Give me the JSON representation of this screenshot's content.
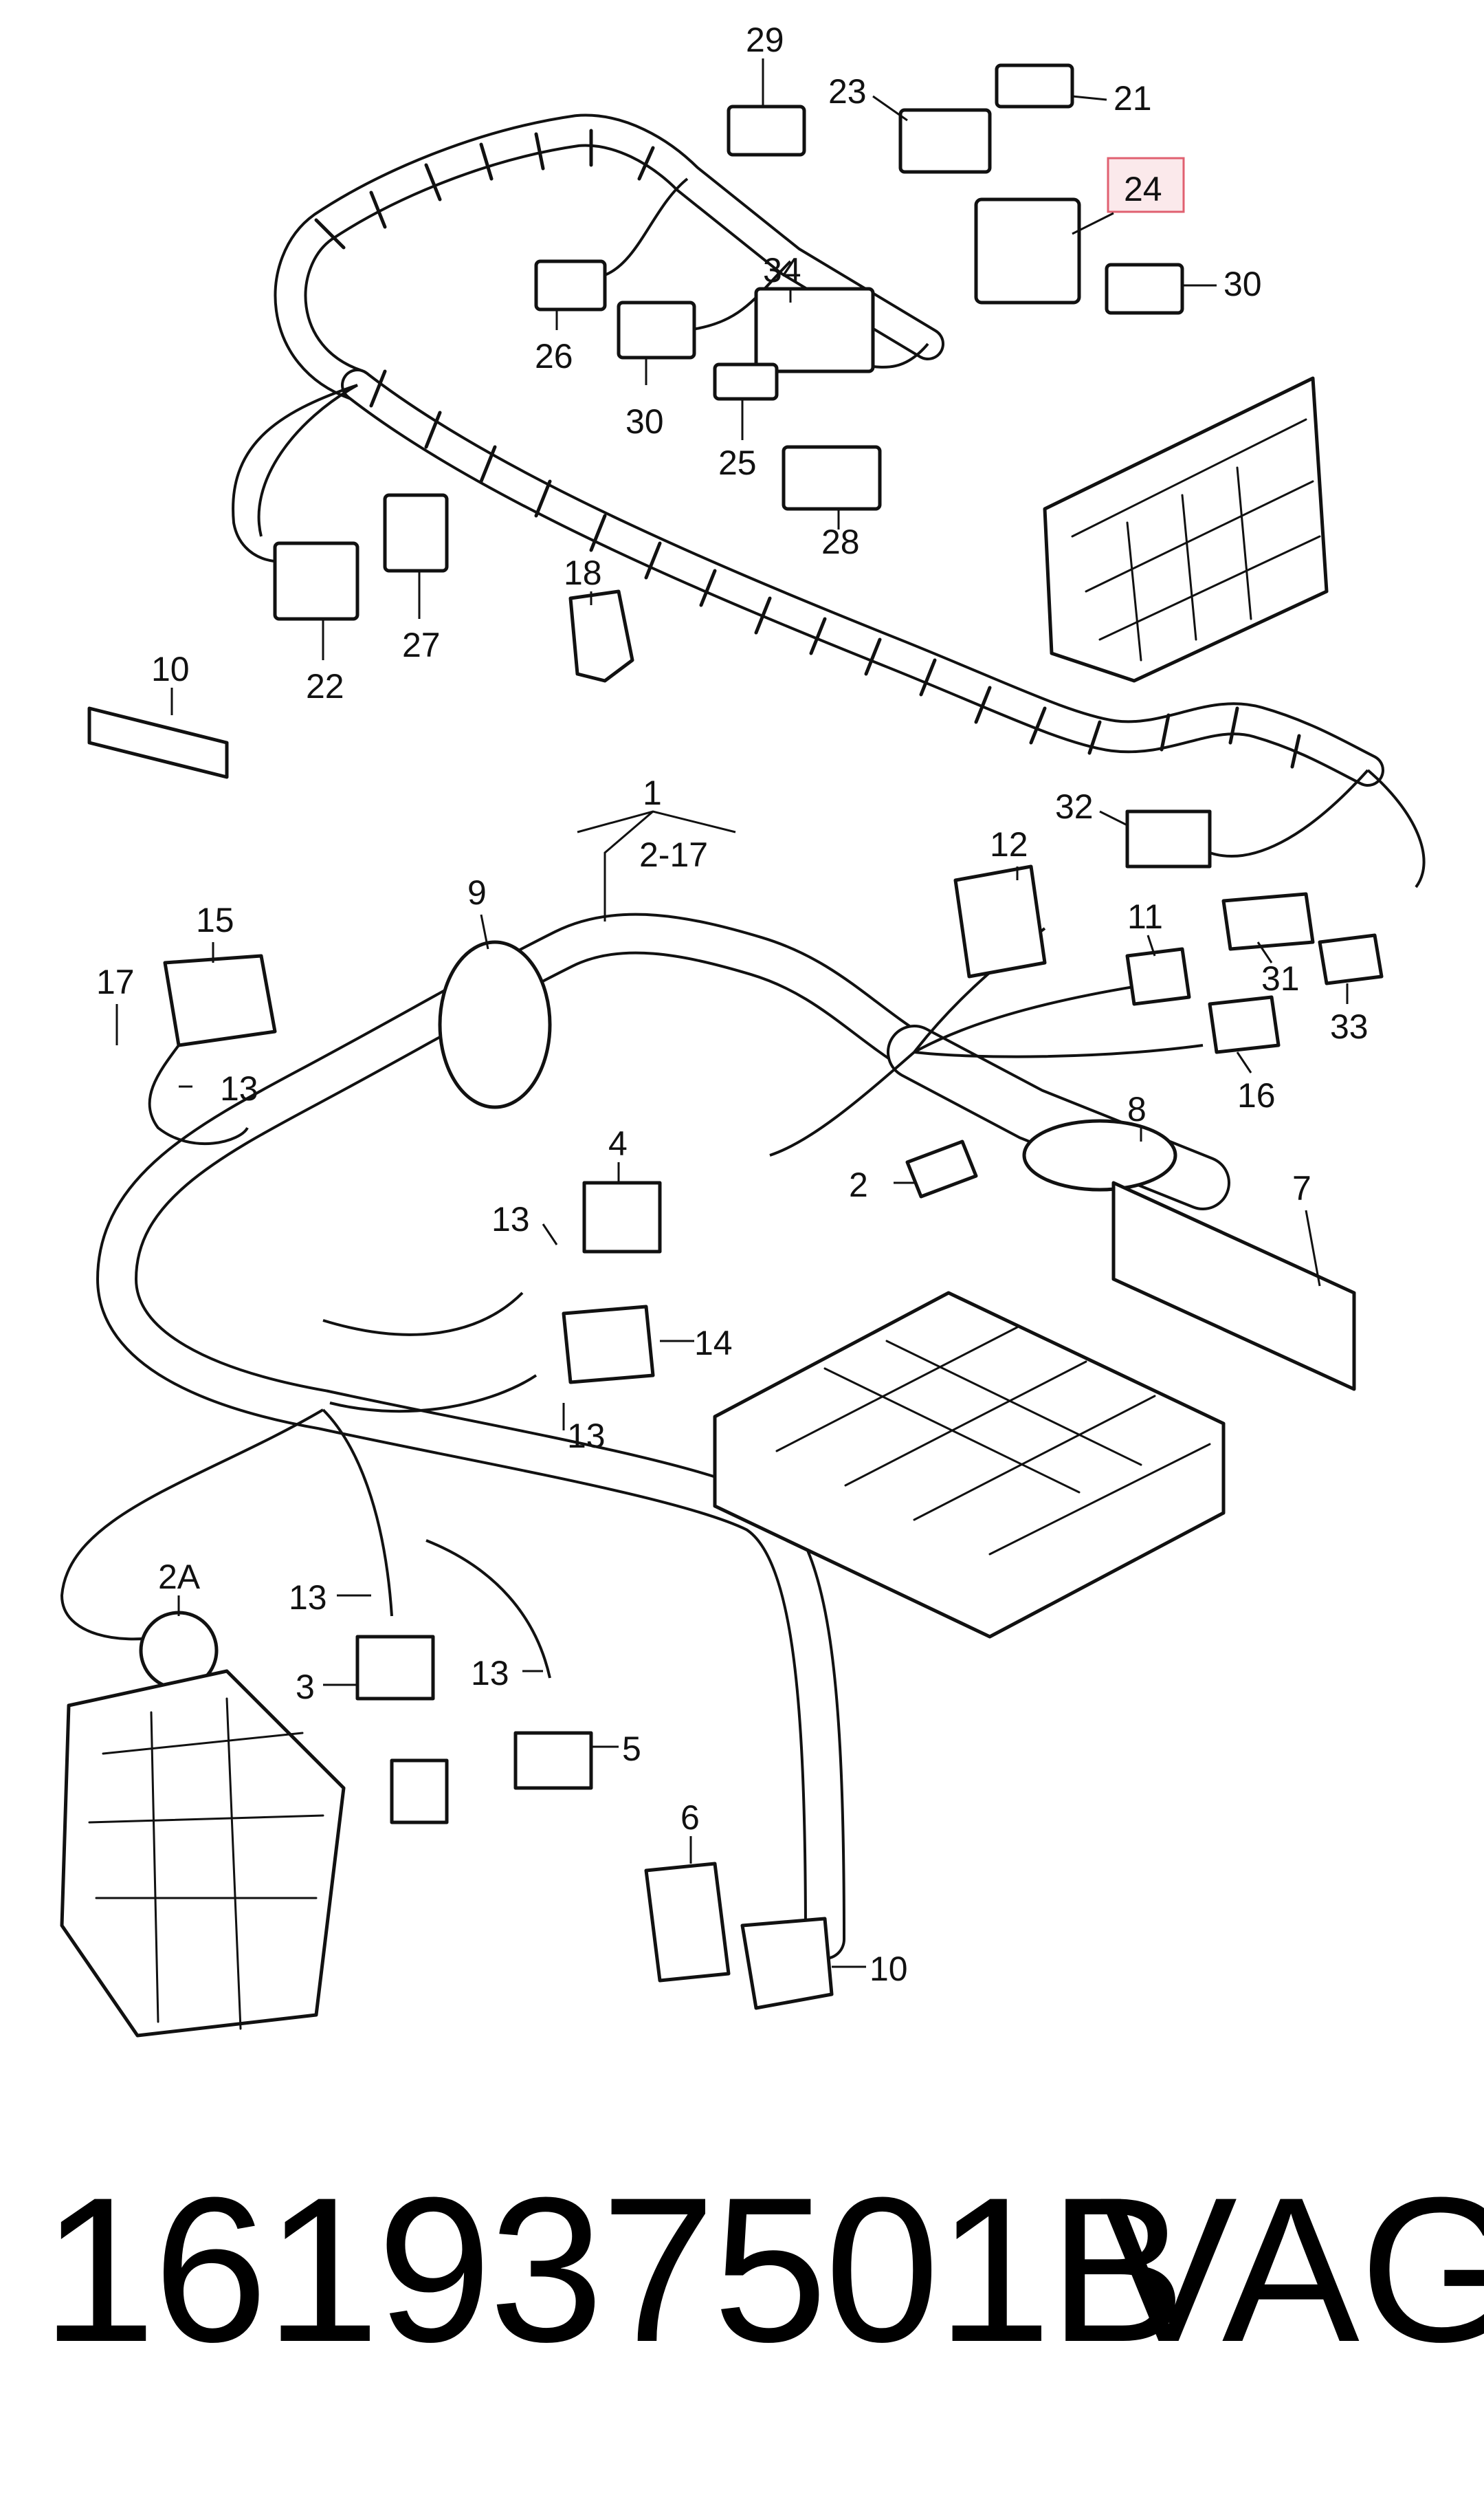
{
  "diagram": {
    "callouts": {
      "c29": "29",
      "c23": "23",
      "c21": "21",
      "c24": "24",
      "c30a": "30",
      "c34": "34",
      "c26": "26",
      "c30b": "30",
      "c25": "25",
      "c28": "28",
      "c27": "27",
      "c22": "22",
      "c18": "18",
      "c10a": "10",
      "c1": "1",
      "c2_17": "2-17",
      "c9": "9",
      "c12": "12",
      "c32": "32",
      "c15": "15",
      "c17": "17",
      "c13a": "13",
      "c11": "11",
      "c31": "31",
      "c33": "33",
      "c16": "16",
      "c8": "8",
      "c4": "4",
      "c2": "2",
      "c7": "7",
      "c13b": "13",
      "c14": "14",
      "c13c": "13",
      "c2A": "2A",
      "c13d": "13",
      "c3": "3",
      "c13e": "13",
      "c5": "5",
      "c6": "6",
      "c10b": "10"
    },
    "highlight_color": "#e06070"
  },
  "footer": {
    "part_number": "161937501B",
    "brand": "VAG"
  }
}
